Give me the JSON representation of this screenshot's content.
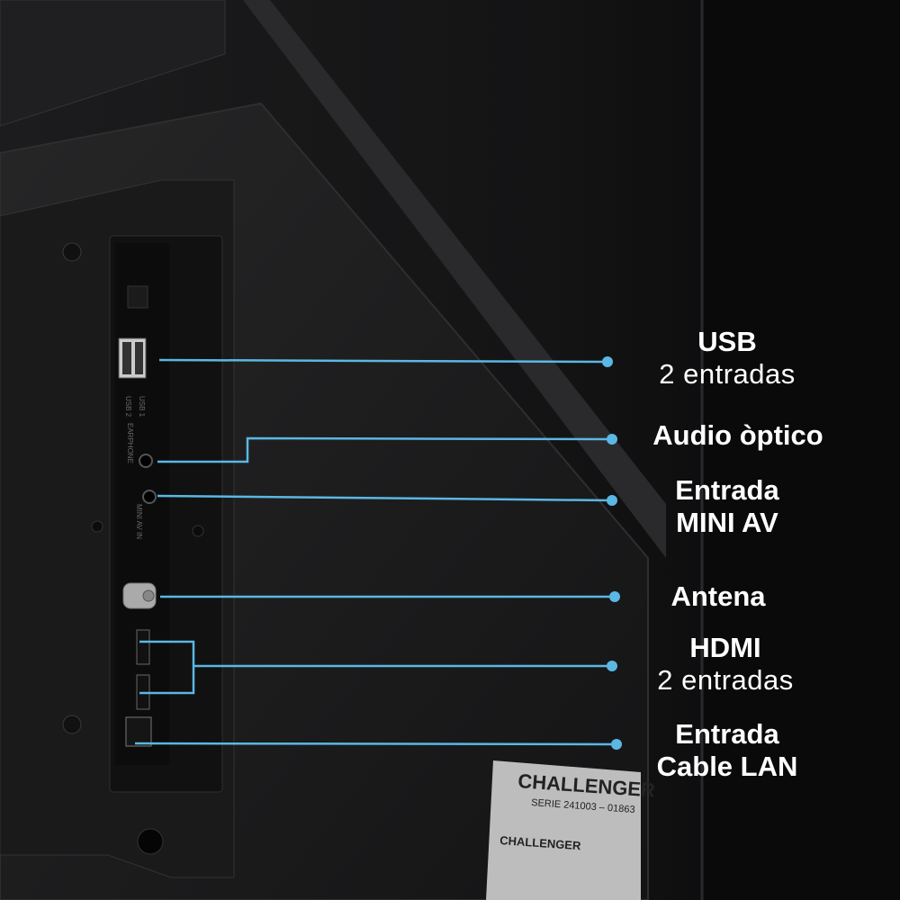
{
  "callouts": [
    {
      "title": "USB",
      "subtitle": "2 entradas"
    },
    {
      "title": "Audio òptico"
    },
    {
      "title": "Entrada",
      "subtitle_bold": "MINI AV"
    },
    {
      "title": "Antena"
    },
    {
      "title": "HDMI",
      "subtitle": "2 entradas"
    },
    {
      "title": "Entrada",
      "subtitle_bold": "Cable LAN"
    }
  ],
  "port_labels": {
    "usb1": "USB 1",
    "usb2": "USB 2",
    "earphone": "EARPHONE",
    "mini_av": "MINI AV IN"
  },
  "sticker": {
    "brand": "CHALLENGER",
    "serie": "SERIE 241003 – 01863"
  },
  "colors": {
    "line": "#5bb7e3",
    "background": "#0d0d0e",
    "text": "#ffffff"
  }
}
